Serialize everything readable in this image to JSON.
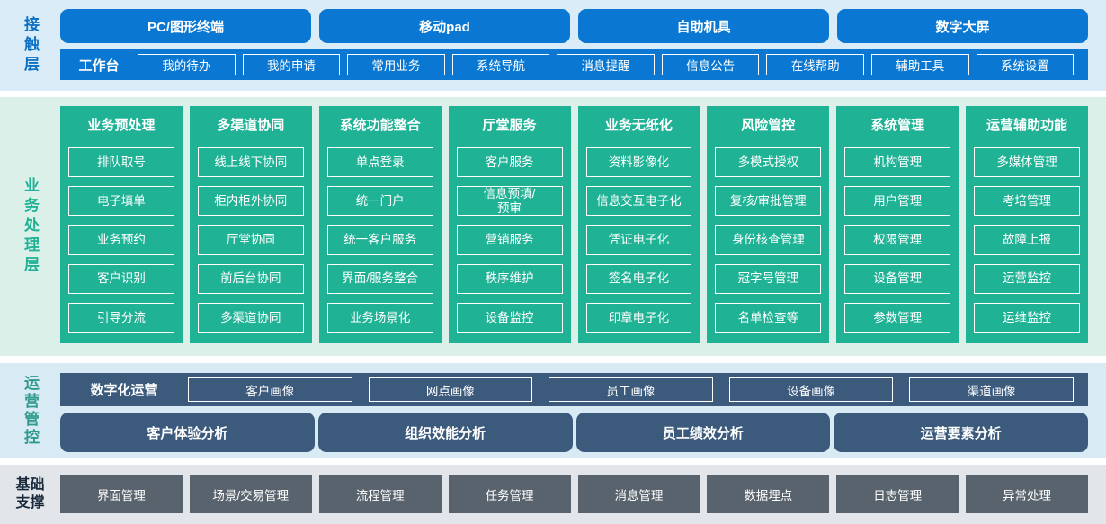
{
  "colors": {
    "contact_blue": "#0a78d2",
    "contact_bg": "#d9ecf8",
    "contact_label_text": "#0b6fc2",
    "business_green": "#20b295",
    "business_bg": "#daf0e9",
    "ops_slate": "#3b5a7c",
    "ops_bg": "#d8ebf5",
    "ops_label_text": "#2f9a8c",
    "foundation_gray": "#59636d",
    "foundation_bg": "#e2e5e9",
    "foundation_label_text": "#17293b",
    "box_text": "#ffffff"
  },
  "contact_layer": {
    "label": "接触层",
    "terminals": [
      "PC/图形终端",
      "移动pad",
      "自助机具",
      "数字大屏"
    ],
    "workbench": {
      "label": "工作台",
      "items": [
        "我的待办",
        "我的申请",
        "常用业务",
        "系统导航",
        "消息提醒",
        "信息公告",
        "在线帮助",
        "辅助工具",
        "系统设置"
      ]
    }
  },
  "business_layer": {
    "label": "业务处理层",
    "columns": [
      {
        "title": "业务预处理",
        "items": [
          "排队取号",
          "电子填单",
          "业务预约",
          "客户识别",
          "引导分流"
        ]
      },
      {
        "title": "多渠道协同",
        "items": [
          "线上线下协同",
          "柜内柜外协同",
          "厅堂协同",
          "前后台协同",
          "多渠道协同"
        ]
      },
      {
        "title": "系统功能整合",
        "items": [
          "单点登录",
          "统一门户",
          "统一客户服务",
          "界面/服务整合",
          "业务场景化"
        ]
      },
      {
        "title": "厅堂服务",
        "items": [
          "客户服务",
          "信息预填/\n预审",
          "营销服务",
          "秩序维护",
          "设备监控"
        ]
      },
      {
        "title": "业务无纸化",
        "items": [
          "资料影像化",
          "信息交互电子化",
          "凭证电子化",
          "签名电子化",
          "印章电子化"
        ]
      },
      {
        "title": "风险管控",
        "items": [
          "多模式授权",
          "复核/审批管理",
          "身份核查管理",
          "冠字号管理",
          "名单检查等"
        ]
      },
      {
        "title": "系统管理",
        "items": [
          "机构管理",
          "用户管理",
          "权限管理",
          "设备管理",
          "参数管理"
        ]
      },
      {
        "title": "运营辅助功能",
        "items": [
          "多媒体管理",
          "考培管理",
          "故障上报",
          "运营监控",
          "运维监控"
        ]
      }
    ]
  },
  "operations_layer": {
    "label": "运营管控",
    "digital_ops": {
      "label": "数字化运营",
      "items": [
        "客户画像",
        "网点画像",
        "员工画像",
        "设备画像",
        "渠道画像"
      ]
    },
    "analyses": [
      "客户体验分析",
      "组织效能分析",
      "员工绩效分析",
      "运营要素分析"
    ]
  },
  "foundation_layer": {
    "label": "基础支撑",
    "items": [
      "界面管理",
      "场景/交易管理",
      "流程管理",
      "任务管理",
      "消息管理",
      "数据埋点",
      "日志管理",
      "异常处理"
    ]
  }
}
